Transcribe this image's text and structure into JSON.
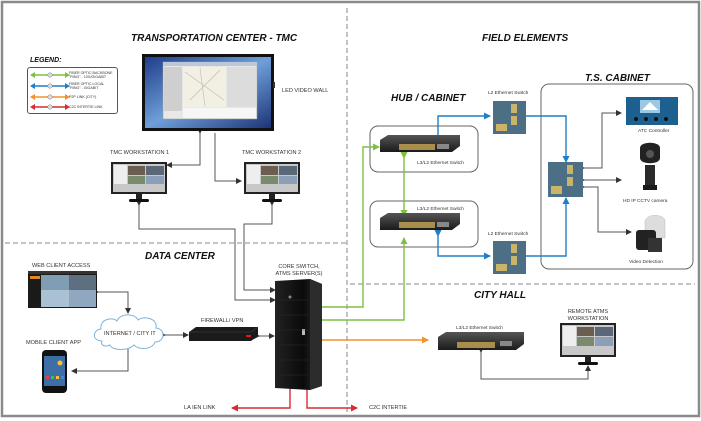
{
  "sections": {
    "tmc": "TRANSPORTATION CENTER - TMC",
    "field": "FIELD ELEMENTS",
    "data_center": "DATA CENTER",
    "hub": "HUB / CABINET",
    "ts_cabinet": "T.S. CABINET",
    "city_hall": "CITY HALL"
  },
  "legend": {
    "title": "LEGEND:",
    "items": [
      {
        "label": "FIBER OPTIC BACKBONE \"RING\" - 10G/GIGABIT",
        "color": "#7dc142"
      },
      {
        "label": "FIBER OPTIC LOCAL \"RING\" - GIGABIT",
        "color": "#1f7fc8"
      },
      {
        "label": "P2P LINK (CITY)",
        "color": "#f0932b"
      },
      {
        "label": "C2C INTERTIE LINK",
        "color": "#d62b34"
      }
    ]
  },
  "devices": {
    "video_wall": "LED VIDEO WALL",
    "ws1": "TMC WORKSTATION 1",
    "ws2": "TMC WORKSTATION 2",
    "web_client": "WEB CLIENT ACCESS",
    "mobile_client": "MOBILE CLIENT APP",
    "internet": "INTERNET / CITY IT",
    "firewall": "FIREWALL/ VPN",
    "core_line1": "CORE SWITCH,",
    "core_line2": "ATMS SERVER(S)",
    "hub_switch_1": "L3/L2 Ethernet Switch",
    "hub_switch_2": "L3/L2 Ethernet Switch",
    "l2_switch_top": "L2 Ethernet Switch",
    "l2_switch_bottom": "L2 Ethernet Switch",
    "atc": "ATC Controller",
    "cctv": "HD IP CCTV camera",
    "video_detection": "Video Detection",
    "cityhall_switch": "L3/L2 Ethernet Switch",
    "remote_line1": "REMOTE ATMS",
    "remote_line2": "WORKSTATION",
    "la_ien": "LA IEN LINK",
    "c2c": "C2C INTERTIE"
  },
  "colors": {
    "backbone": "#7dc142",
    "local": "#1f7fc8",
    "p2p": "#f0932b",
    "c2c": "#d62b34",
    "link": "#555555",
    "frame": "#8a8a8a",
    "divider": "#8a8a8a"
  }
}
